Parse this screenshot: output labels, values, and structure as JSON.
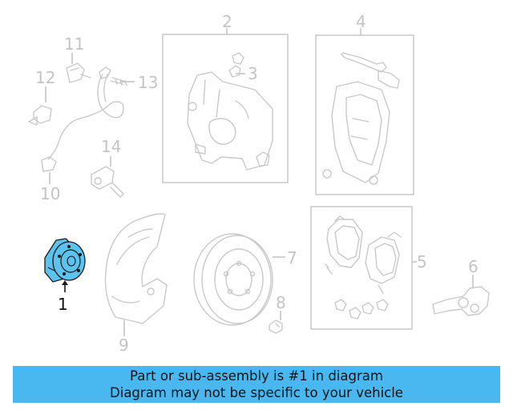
{
  "diagram": {
    "callouts": [
      {
        "id": "1",
        "label": "1",
        "highlighted": true
      },
      {
        "id": "2",
        "label": "2"
      },
      {
        "id": "3",
        "label": "3"
      },
      {
        "id": "4",
        "label": "4"
      },
      {
        "id": "5",
        "label": "5"
      },
      {
        "id": "6",
        "label": "6"
      },
      {
        "id": "7",
        "label": "7"
      },
      {
        "id": "8",
        "label": "8"
      },
      {
        "id": "9",
        "label": "9"
      },
      {
        "id": "10",
        "label": "10"
      },
      {
        "id": "11",
        "label": "11"
      },
      {
        "id": "12",
        "label": "12"
      },
      {
        "id": "13",
        "label": "13"
      },
      {
        "id": "14",
        "label": "14"
      }
    ],
    "highlight_color": "#5cc3ef",
    "line_color": "#c9c9c9"
  },
  "banner": {
    "line1": "Part or sub-assembly is #1 in diagram",
    "line2": "Diagram may not be specific to your vehicle",
    "background": "#4ab8f0"
  }
}
